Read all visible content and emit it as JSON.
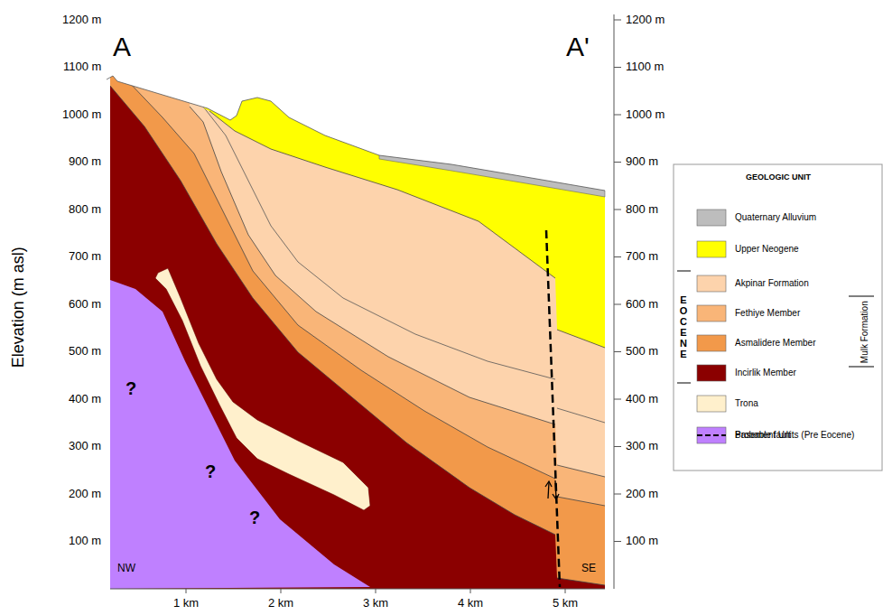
{
  "diagram": {
    "labels": [
      "A",
      "A'",
      "1200 m",
      "1100 m",
      "1000 m",
      "900 m",
      "800 m",
      "700 m",
      "600 m",
      "500 m",
      "400 m",
      "300 m",
      "200 m",
      "100 m",
      "1200 m",
      "1100 m",
      "1000 m",
      "900 m",
      "800 m",
      "700 m",
      "600 m",
      "500 m",
      "400 m",
      "300 m",
      "200 m",
      "100 m",
      "Elevation (m asl)",
      "NW",
      "SE",
      "?",
      "?",
      "?",
      "1 km",
      "2 km",
      "3 km",
      "4 km",
      "5 km",
      "GEOLOGIC UNIT",
      "EOCENE",
      "Mulk Formation"
    ],
    "legend": [
      {
        "text": "Quaternary Alluvium",
        "color": "#bdbdbd"
      },
      {
        "text": "Upper Neogene",
        "color": "#ffff00"
      },
      {
        "text": "Akpinar Formation",
        "color": "#fdd3ac"
      },
      {
        "text": "Fethiye Member",
        "color": "#f9b578"
      },
      {
        "text": "Asmalidere Member",
        "color": "#f2994a"
      },
      {
        "text": "Incirlik Member",
        "color": "#8b0000"
      },
      {
        "text": "Trona",
        "color": "#fff0cc"
      },
      {
        "text": "Basement Units (Pre Eocene)",
        "color": "#bf80ff"
      },
      {
        "text": "Probable fault"
      }
    ]
  }
}
